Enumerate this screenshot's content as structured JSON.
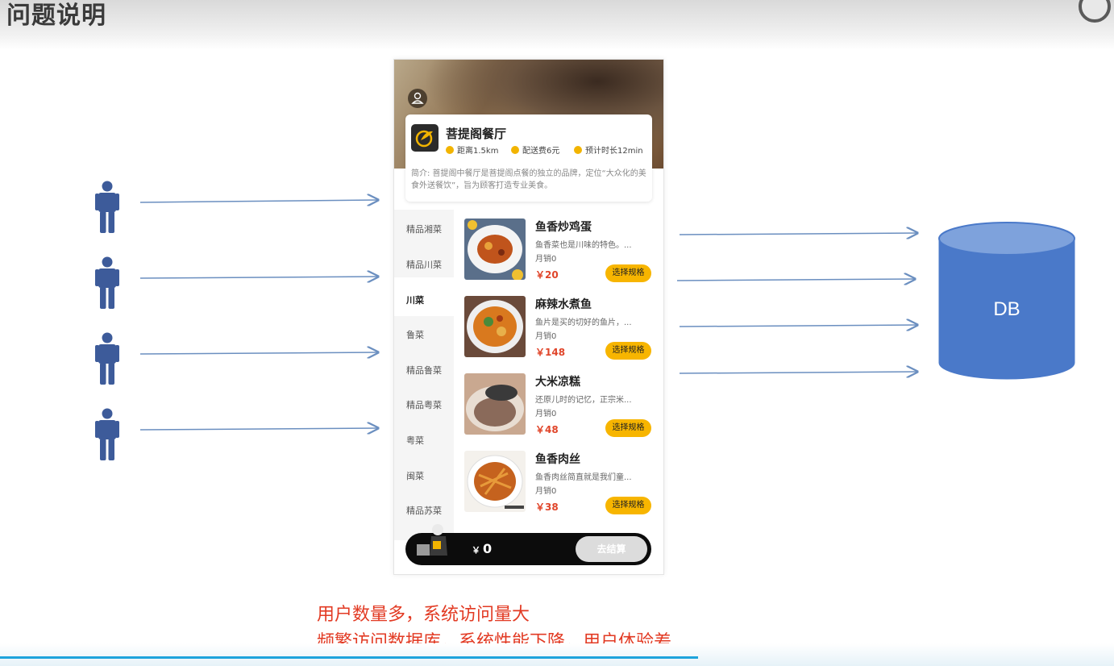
{
  "slide": {
    "title": "问题说明"
  },
  "shop": {
    "name": "菩提阁餐厅",
    "distance": "距离1.5km",
    "delivery_fee": "配送费6元",
    "eta": "预计时长12min",
    "intro": "简介: 菩提阁中餐厅是菩提阁点餐的独立的品牌，定位“大众化的美食外送餐饮”，旨为顾客打造专业美食。"
  },
  "categories": [
    "精品湘菜",
    "精品川菜",
    "川菜",
    "鲁菜",
    "精品鲁菜",
    "精品粤菜",
    "粤菜",
    "闽菜",
    "精品苏菜"
  ],
  "active_category": "川菜",
  "dishes": [
    {
      "name": "鱼香炒鸡蛋",
      "desc": "鱼香菜也是川味的特色。...",
      "sales": "月销0",
      "price": "￥20",
      "button": "选择规格"
    },
    {
      "name": "麻辣水煮鱼",
      "desc": "鱼片是买的切好的鱼片，...",
      "sales": "月销0",
      "price": "￥148",
      "button": "选择规格"
    },
    {
      "name": "大米凉糕",
      "desc": "还原儿时的记忆，正宗米...",
      "sales": "月销0",
      "price": "￥48",
      "button": "选择规格"
    },
    {
      "name": "鱼香肉丝",
      "desc": "鱼香肉丝简直就是我们童...",
      "sales": "月销0",
      "price": "￥38",
      "button": "选择规格"
    }
  ],
  "cart": {
    "currency": "￥",
    "total": "0",
    "checkout_label": "去结算"
  },
  "db": {
    "label": "DB"
  },
  "caption": {
    "line1": "用户数量多，系统访问量大",
    "line2": "频繁访问数据库，系统性能下降，用户体验差"
  },
  "colors": {
    "arrow": "#6b8fc0",
    "person": "#3d5b9a",
    "db": "#4a79c9",
    "db_top": "#7ea2dc",
    "accent": "#f7b500",
    "price": "#e0452a",
    "caption": "#e23a23"
  },
  "icons": {
    "person": "person-icon",
    "clock": "clock-icon",
    "user": "user-icon",
    "cart": "cart-icon"
  }
}
